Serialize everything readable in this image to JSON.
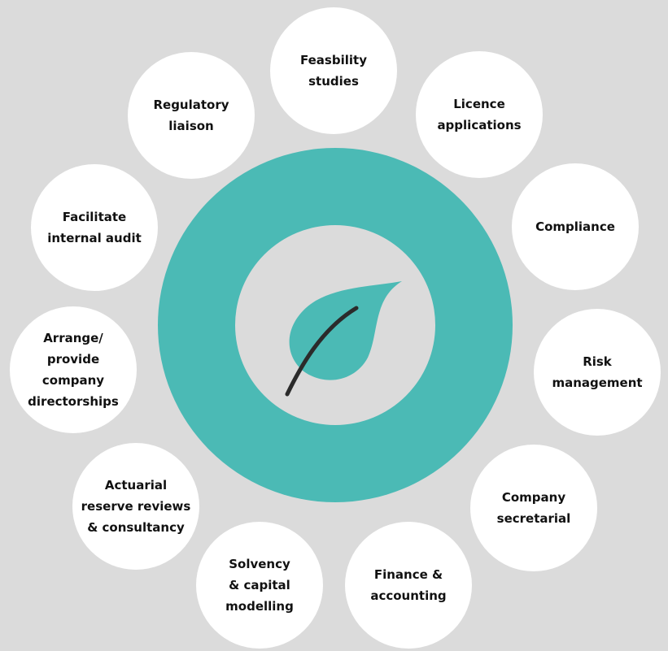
{
  "colors": {
    "background": "#dbdbdb",
    "ring": "#4bbab5",
    "bubble": "#ffffff",
    "text": "#111111",
    "stem": "#2b2b2b"
  },
  "services": [
    {
      "label": "Feasbility\nstudies"
    },
    {
      "label": "Licence\napplications"
    },
    {
      "label": "Compliance"
    },
    {
      "label": "Risk\nmanagement"
    },
    {
      "label": "Company\nsecretarial"
    },
    {
      "label": "Finance &\naccounting"
    },
    {
      "label": "Solvency\n& capital\nmodelling"
    },
    {
      "label": "Actuarial\nreserve reviews\n& consultancy"
    },
    {
      "label": "Arrange/\nprovide\ncompany\ndirectorships"
    },
    {
      "label": "Facilitate\ninternal audit"
    },
    {
      "label": "Regulatory\nliaison"
    }
  ],
  "center_icon": "leaf-icon"
}
